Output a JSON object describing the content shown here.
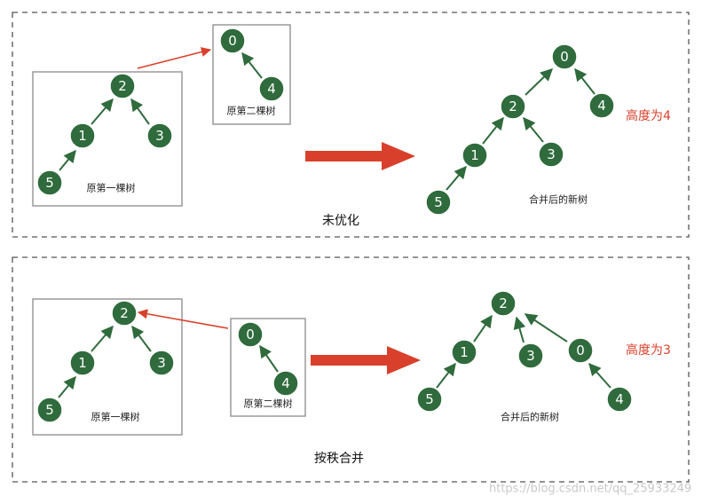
{
  "colors": {
    "node_fill": "#2f6b3c",
    "edge": "#2f6b3c",
    "accent_red": "#d9402b",
    "box_border": "#8a8a8a",
    "dashed_border": "#555555"
  },
  "top": {
    "caption": "未优化",
    "first_tree_label": "原第一棵树",
    "second_tree_label": "原第二棵树",
    "merged_label": "合并后的新树",
    "height_label": "高度为4",
    "first_tree_nodes": [
      "2",
      "1",
      "3",
      "5"
    ],
    "second_tree_nodes": [
      "0",
      "4"
    ],
    "merged_nodes": [
      "0",
      "2",
      "4",
      "1",
      "3",
      "5"
    ]
  },
  "bottom": {
    "caption": "按秩合并",
    "first_tree_label": "原第一棵树",
    "second_tree_label": "原第二棵树",
    "merged_label": "合并后的新树",
    "height_label": "高度为3",
    "first_tree_nodes": [
      "2",
      "1",
      "3",
      "5"
    ],
    "second_tree_nodes": [
      "0",
      "4"
    ],
    "merged_nodes": [
      "2",
      "1",
      "3",
      "0",
      "5",
      "4"
    ]
  },
  "watermark": "https://blog.csdn.net/qq_25933249"
}
